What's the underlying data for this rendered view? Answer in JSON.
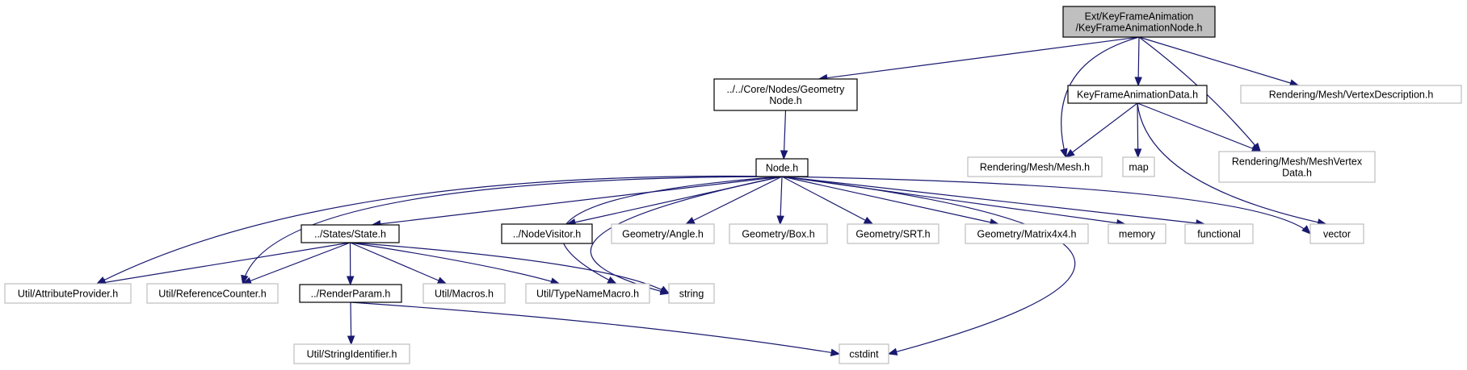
{
  "colors": {
    "edge": "#191970",
    "main_fill": "#bfbfbf",
    "solid_border": "#000000",
    "ext_border": "#bfbfbf"
  },
  "nodes": [
    {
      "id": "root",
      "lines": [
        "Ext/KeyFrameAnimation",
        "/KeyFrameAnimationNode.h"
      ],
      "style": "main"
    },
    {
      "id": "geom",
      "lines": [
        "../../Core/Nodes/Geometry",
        "Node.h"
      ],
      "style": "solid"
    },
    {
      "id": "kfad",
      "lines": [
        "KeyFrameAnimationData.h"
      ],
      "style": "solid"
    },
    {
      "id": "vdesc",
      "lines": [
        "Rendering/Mesh/VertexDescription.h"
      ],
      "style": "ext"
    },
    {
      "id": "nodeh",
      "lines": [
        "Node.h"
      ],
      "style": "solid"
    },
    {
      "id": "meshh",
      "lines": [
        "Rendering/Mesh/Mesh.h"
      ],
      "style": "ext"
    },
    {
      "id": "map",
      "lines": [
        "map"
      ],
      "style": "ext"
    },
    {
      "id": "mvd",
      "lines": [
        "Rendering/Mesh/MeshVertex",
        "Data.h"
      ],
      "style": "ext"
    },
    {
      "id": "state",
      "lines": [
        "../States/State.h"
      ],
      "style": "solid"
    },
    {
      "id": "visitor",
      "lines": [
        "../NodeVisitor.h"
      ],
      "style": "solid"
    },
    {
      "id": "angle",
      "lines": [
        "Geometry/Angle.h"
      ],
      "style": "ext"
    },
    {
      "id": "box",
      "lines": [
        "Geometry/Box.h"
      ],
      "style": "ext"
    },
    {
      "id": "srt",
      "lines": [
        "Geometry/SRT.h"
      ],
      "style": "ext"
    },
    {
      "id": "mat",
      "lines": [
        "Geometry/Matrix4x4.h"
      ],
      "style": "ext"
    },
    {
      "id": "memory",
      "lines": [
        "memory"
      ],
      "style": "ext"
    },
    {
      "id": "functional",
      "lines": [
        "functional"
      ],
      "style": "ext"
    },
    {
      "id": "vector",
      "lines": [
        "vector"
      ],
      "style": "ext"
    },
    {
      "id": "attr",
      "lines": [
        "Util/AttributeProvider.h"
      ],
      "style": "ext"
    },
    {
      "id": "refc",
      "lines": [
        "Util/ReferenceCounter.h"
      ],
      "style": "ext"
    },
    {
      "id": "rparam",
      "lines": [
        "../RenderParam.h"
      ],
      "style": "solid"
    },
    {
      "id": "macros",
      "lines": [
        "Util/Macros.h"
      ],
      "style": "ext"
    },
    {
      "id": "typename",
      "lines": [
        "Util/TypeNameMacro.h"
      ],
      "style": "ext"
    },
    {
      "id": "string",
      "lines": [
        "string"
      ],
      "style": "ext"
    },
    {
      "id": "strid",
      "lines": [
        "Util/StringIdentifier.h"
      ],
      "style": "ext"
    },
    {
      "id": "cstdint",
      "lines": [
        "cstdint"
      ],
      "style": "ext"
    }
  ],
  "edges": [
    [
      "root",
      "geom"
    ],
    [
      "root",
      "meshh"
    ],
    [
      "root",
      "kfad"
    ],
    [
      "root",
      "mvd"
    ],
    [
      "root",
      "vdesc"
    ],
    [
      "geom",
      "nodeh"
    ],
    [
      "kfad",
      "meshh"
    ],
    [
      "kfad",
      "map"
    ],
    [
      "kfad",
      "mvd"
    ],
    [
      "kfad",
      "vector"
    ],
    [
      "nodeh",
      "attr"
    ],
    [
      "nodeh",
      "refc"
    ],
    [
      "nodeh",
      "state"
    ],
    [
      "nodeh",
      "typename"
    ],
    [
      "nodeh",
      "string"
    ],
    [
      "nodeh",
      "visitor"
    ],
    [
      "nodeh",
      "angle"
    ],
    [
      "nodeh",
      "box"
    ],
    [
      "nodeh",
      "srt"
    ],
    [
      "nodeh",
      "mat"
    ],
    [
      "nodeh",
      "memory"
    ],
    [
      "nodeh",
      "functional"
    ],
    [
      "nodeh",
      "vector"
    ],
    [
      "nodeh",
      "cstdint"
    ],
    [
      "state",
      "attr"
    ],
    [
      "state",
      "refc"
    ],
    [
      "state",
      "rparam"
    ],
    [
      "state",
      "macros"
    ],
    [
      "state",
      "typename"
    ],
    [
      "state",
      "string"
    ],
    [
      "rparam",
      "strid"
    ],
    [
      "rparam",
      "cstdint"
    ]
  ]
}
